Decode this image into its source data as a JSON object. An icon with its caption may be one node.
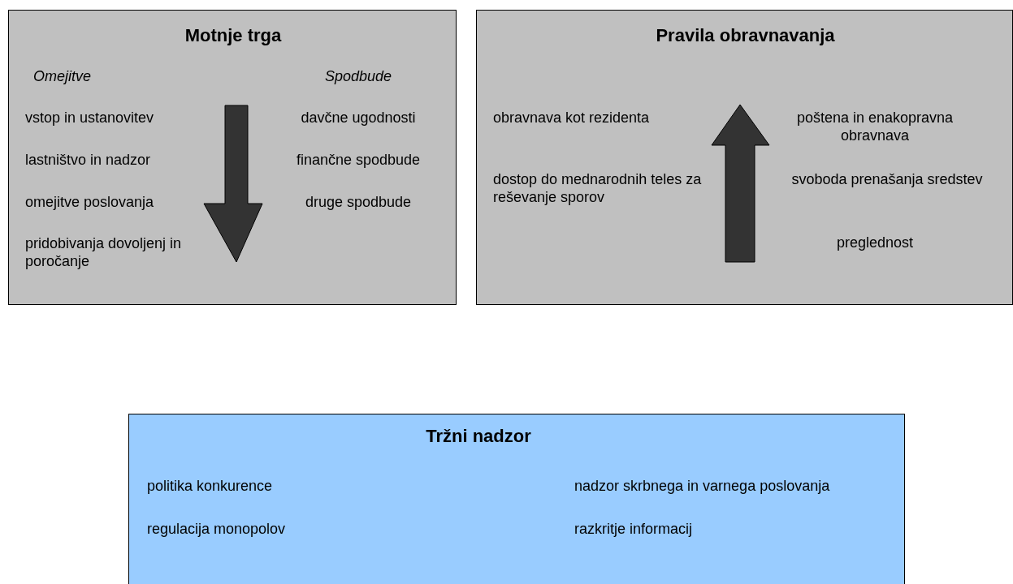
{
  "diagram": {
    "nodes": [
      {
        "text": [
          "Motnje trga",
          "Omejitve",
          "vstop in ustanovitev",
          "lastništvo in nadzor",
          "omejitve poslovanja",
          "pridobivanja dovoljenj in poročanje",
          "Spodbude",
          "davčne ugodnosti",
          "finančne spodbude",
          "druge spodbude"
        ]
      },
      {
        "text": [
          "Pravila obravnavanja",
          "obravnava kot rezidenta",
          "dostop do mednarodnih teles za reševanje sporov",
          "poštena in enakopravna obravnava",
          "svoboda prenašanja sredstev",
          "preglednost"
        ]
      },
      {
        "text": [
          "Tržni nadzor",
          "politika konkurence",
          "regulacija monopolov",
          "nadzor skrbnega in varnega poslovanja",
          "razkritje informacij"
        ]
      }
    ],
    "edges": []
  }
}
